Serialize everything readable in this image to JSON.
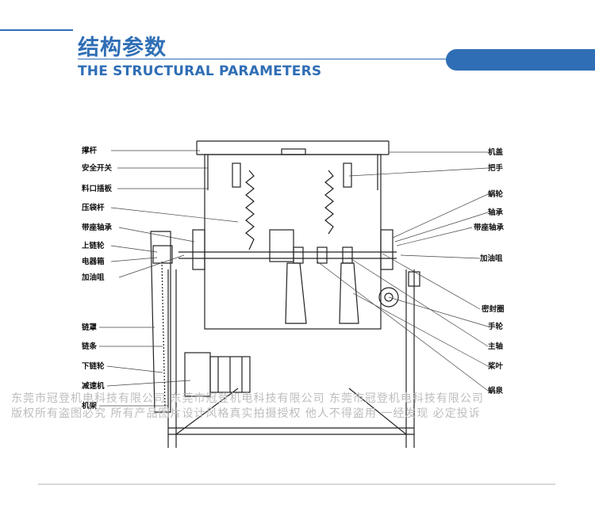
{
  "header": {
    "title_cn": "结构参数",
    "title_en": "THE STRUCTURAL PARAMETERS",
    "accent_color": "#2f6eb5"
  },
  "labels_left": [
    "撑杆",
    "安全开关",
    "料口插板",
    "压袋杆",
    "带座轴承",
    "上链轮",
    "电器箱",
    "加油咀",
    "链罩",
    "链条",
    "下链轮",
    "减速机",
    "机架"
  ],
  "labels_right": [
    "机盖",
    "把手",
    "蜗轮",
    "轴承",
    "带座轴承",
    "加油咀",
    "密封圈",
    "手轮",
    "主轴",
    "桨叶",
    "蜗泉"
  ],
  "watermark": {
    "line1": "东莞市冠登机电科技有限公司  东莞市冠登机电科技有限公司  东莞市冠登机电科技有限公司",
    "line2": "版权所有盗图必究  所有产品图片设计风格真实拍摄授权  他人不得盗用  一经发现  必定投诉"
  }
}
